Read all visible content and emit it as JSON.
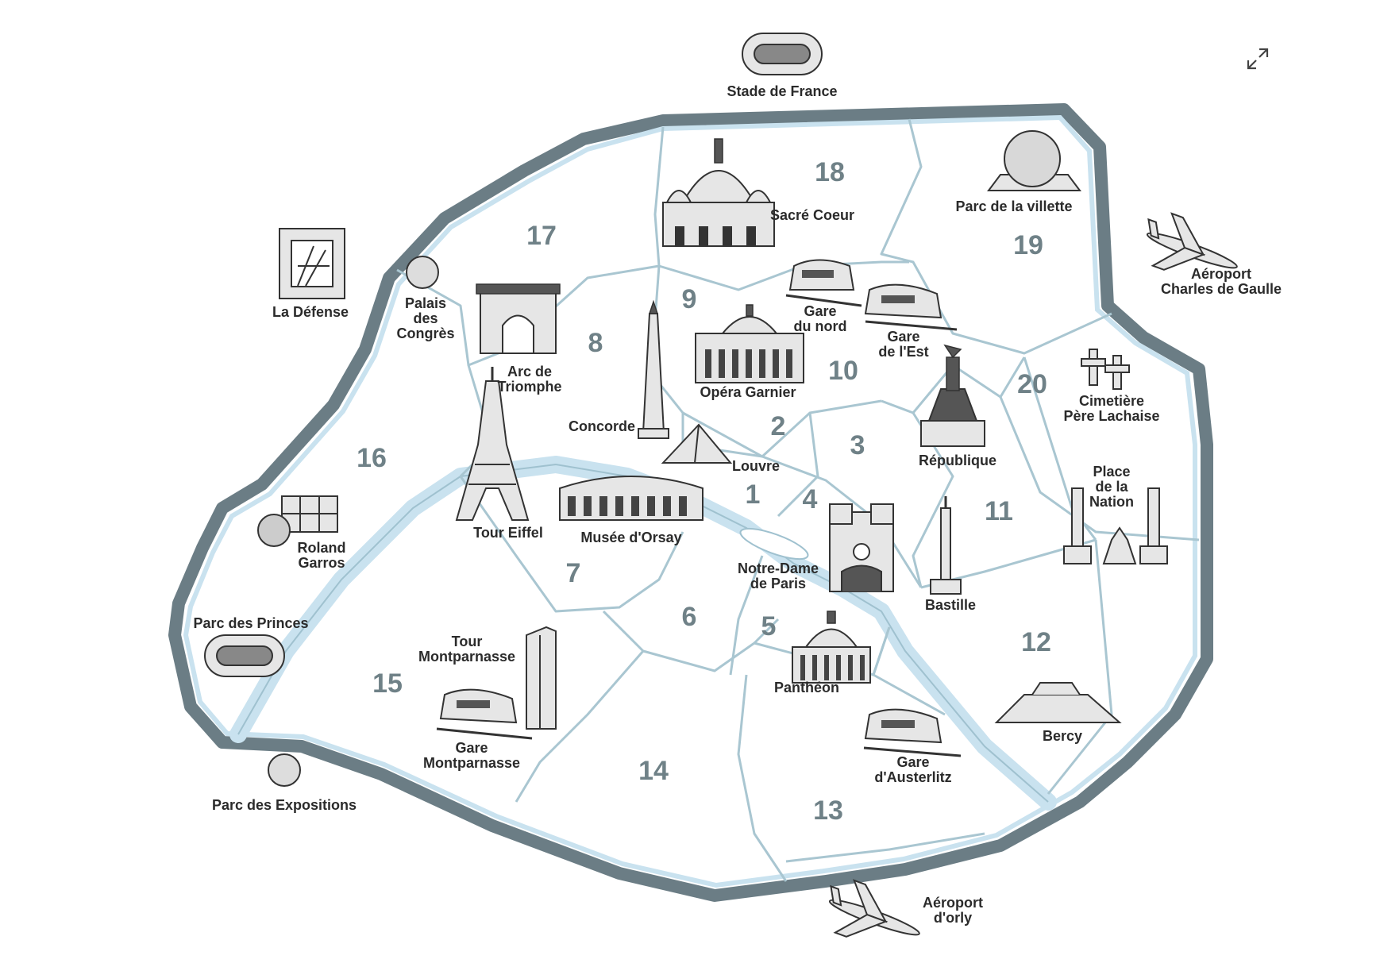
{
  "map": {
    "colors": {
      "ring": "#6b7d85",
      "water": "#c9e2ef",
      "district_line": "#a9c6d1",
      "number": "#6f8187",
      "label": "#2b2b2b"
    },
    "arrondissements": [
      "1",
      "2",
      "3",
      "4",
      "5",
      "6",
      "7",
      "8",
      "9",
      "10",
      "11",
      "12",
      "13",
      "14",
      "15",
      "16",
      "17",
      "18",
      "19",
      "20"
    ],
    "landmarks": {
      "stade_de_france": "Stade de France",
      "sacre_coeur": "Sacré Coeur",
      "parc_villette": "Parc de la villette",
      "cdg_1": "Aéroport",
      "cdg_2": "Charles de Gaulle",
      "la_defense": "La Défense",
      "palais_1": "Palais",
      "palais_2": "des",
      "palais_3": "Congrès",
      "arc_1": "Arc de",
      "arc_2": "Triomphe",
      "gare_nord_1": "Gare",
      "gare_nord_2": "du nord",
      "gare_est_1": "Gare",
      "gare_est_2": "de l'Est",
      "opera": "Opéra Garnier",
      "concorde": "Concorde",
      "louvre": "Louvre",
      "republique": "République",
      "cimetiere_1": "Cimetière",
      "cimetiere_2": "Père Lachaise",
      "nation_1": "Place",
      "nation_2": "de la",
      "nation_3": "Nation",
      "tour_eiffel": "Tour Eiffel",
      "musee_orsay": "Musée d'Orsay",
      "roland_1": "Roland",
      "roland_2": "Garros",
      "notre_dame_1": "Notre-Dame",
      "notre_dame_2": "de Paris",
      "bastille": "Bastille",
      "parc_princes": "Parc des Princes",
      "tour_mont_1": "Tour",
      "tour_mont_2": "Montparnasse",
      "pantheon": "Panthéon",
      "gare_mont_1": "Gare",
      "gare_mont_2": "Montparnasse",
      "gare_aust_1": "Gare",
      "gare_aust_2": "d'Austerlitz",
      "bercy": "Bercy",
      "parc_expo": "Parc des Expositions",
      "orly_1": "Aéroport",
      "orly_2": "d'orly"
    },
    "controls": {
      "expand_icon": "↗↙"
    }
  }
}
